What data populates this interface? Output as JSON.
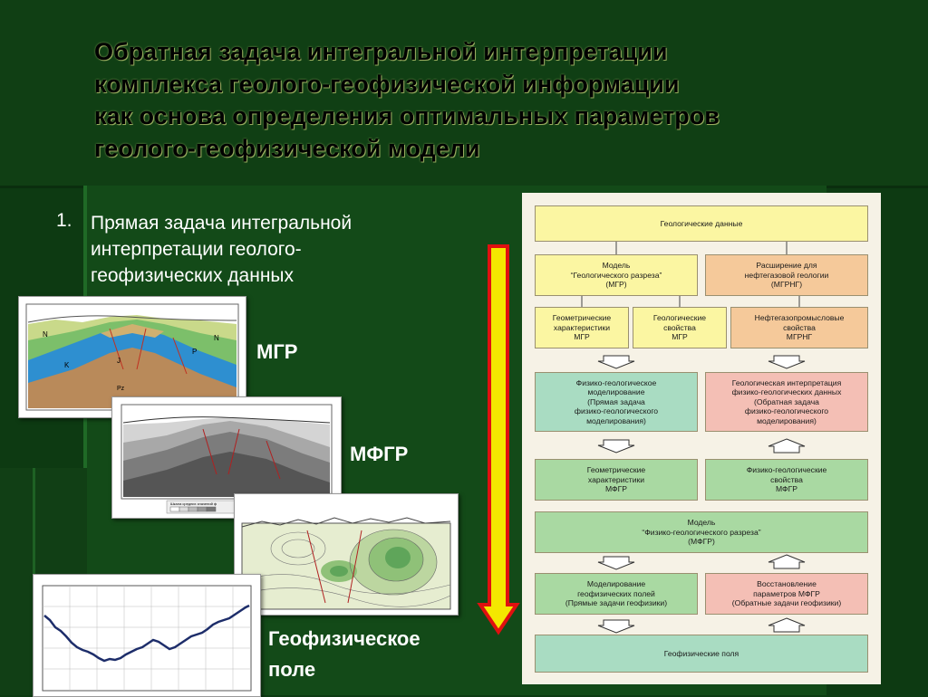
{
  "title": {
    "lines": [
      "Обратная задача интегральной интерпретации",
      "комплекса геолого-геофизической информации",
      "как основа определения оптимальных параметров",
      "геолого-геофизической модели"
    ]
  },
  "list_item": {
    "number": "1.",
    "lines": [
      "Прямая задача интегральной",
      "интерпретации геолого-",
      "геофизических данных"
    ]
  },
  "images": {
    "mgr_label": "МГР",
    "mfgr_label": "МФГР",
    "field_label_lines": [
      "Геофизическое",
      "поле"
    ],
    "geo_letters": {
      "n1": "N",
      "p": "P",
      "n2": "N",
      "k": "K",
      "j": "J",
      "pz": "Pz"
    },
    "scale_caption": "Шкала средних значений ф"
  },
  "flowchart": {
    "geo_data": "Геологические данные",
    "model_mgr": [
      "Модель",
      "“Геологического разреза”",
      "(МГР)"
    ],
    "extension": [
      "Расширение для",
      "нефтегазовой геологии",
      "(МГРНГ)"
    ],
    "geom_mgr": [
      "Геометрические",
      "характеристики",
      "МГР"
    ],
    "geol_props": [
      "Геологические",
      "свойства",
      "МГР"
    ],
    "oil_props": [
      "Нефтегазопромысловые",
      "свойства",
      "МГРНГ"
    ],
    "phys_modeling": [
      "Физико-геологическое",
      "моделирование",
      "(Прямая задача",
      "физико-геологического",
      "моделирования)"
    ],
    "geol_interp": [
      "Геологическая интерпретация",
      "физико-геологических данных",
      "(Обратная задача",
      "физико-геологического",
      "моделирования)"
    ],
    "geom_mfgr": [
      "Геометрические",
      "характеристики",
      "МФГР"
    ],
    "phys_props": [
      "Физико-геологические",
      "свойства",
      "МФГР"
    ],
    "model_mfgr": [
      "Модель",
      "“Физико-геологического разреза”",
      "(МФГР)"
    ],
    "modeling_fields": [
      "Моделирование",
      "геофизических полей",
      "(Прямые задачи геофизики)"
    ],
    "restoration": [
      "Восстановление",
      "параметров МФГР",
      "(Обратные задачи геофизики)"
    ],
    "geo_fields": "Геофизические поля"
  },
  "colors": {
    "background": "#0d3a12",
    "arrow_fill": "#f4e800",
    "arrow_stroke": "#e01010",
    "yellow_box": "#fbf6a2",
    "orange_box": "#f5c99a",
    "green_box": "#a9d9a2",
    "pink_box": "#f4bfb5"
  }
}
